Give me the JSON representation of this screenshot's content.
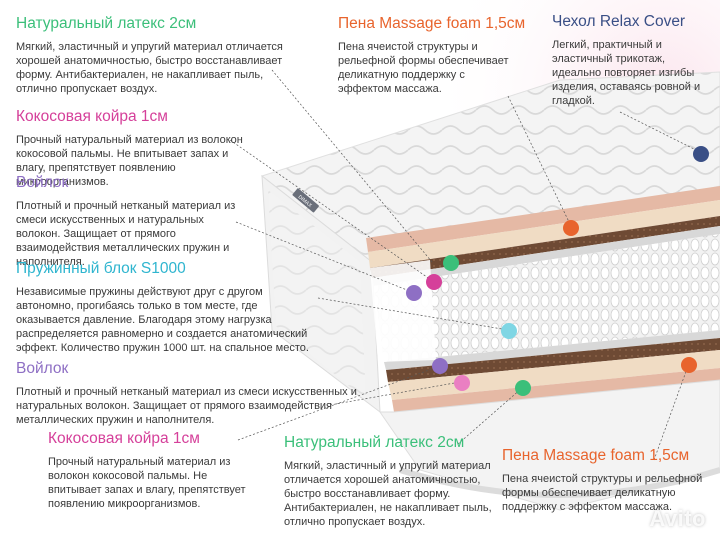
{
  "layers": {
    "latex_top": {
      "title": "Натуральный латекс 2см",
      "text": "Мягкий, эластичный и упругий материал отличается хорошей анатомичностью, быстро восстанавливает форму. Антибактериален, не накапливает пыль, отлично пропускает воздух."
    },
    "massage_top": {
      "title": "Пена Massage foam 1,5см",
      "text": "Пена ячеистой структуры и рельефной формы обеспечивает деликатную поддержку с эффектом массажа."
    },
    "cover": {
      "title": "Чехол Relax Cover",
      "text": "Легкий, практичный и эластичный трикотаж, идеально повторяет изгибы изделия, оставаясь ровной и гладкой."
    },
    "coir_top": {
      "title": "Кокосовая койра 1см",
      "text": "Прочный натуральный материал из волокон кокосовой пальмы. Не впитывает запах и влагу, препятствует появлению микроорганизмов."
    },
    "felt_top": {
      "title": "Войлок",
      "text": "Плотный и прочный нетканый материал из смеси искусственных и натуральных волокон. Защищает от прямого взаимодействия металлических пружин и наполнителя."
    },
    "spring": {
      "title": "Пружинный блок S1000",
      "text": "Независимые пружины действуют друг с другом автономно, прогибаясь только в том месте, где оказывается давление. Благодаря этому нагрузка распределяется равномерно и создается анатомический эффект. Количество пружин 1000 шт. на спальное место."
    },
    "felt_bottom": {
      "title": "Войлок",
      "text": "Плотный и прочный нетканый материал из смеси искусственных и натуральных волокон. Защищает от прямого взаимодействия металлических пружин и наполнителя."
    },
    "coir_bottom": {
      "title": "Кокосовая койра 1см",
      "text": "Прочный натуральный материал из волокон кокосовой пальмы. Не впитывает запах и влагу, препятствует появлению микроорганизмов."
    },
    "latex_bottom": {
      "title": "Натуральный латекс 2см",
      "text": "Мягкий, эластичный и упругий материал отличается хорошей анатомичностью, быстро восстанавливает форму. Антибактериален, не накапливает пыль, отлично пропускает воздух."
    },
    "massage_bottom": {
      "title": "Пена Massage foam 1,5см",
      "text": "Пена ячеистой структуры и рельефной формы обеспечивает деликатную поддержку с эффектом массажа."
    }
  },
  "brand_label": "DIMAX",
  "watermark": "Avito",
  "colors": {
    "green": "#3bbf7a",
    "pink": "#d5409a",
    "purple": "#8e6fc4",
    "cyan": "#2fb5cf",
    "orange": "#e8642d",
    "navy": "#3a4f86"
  }
}
